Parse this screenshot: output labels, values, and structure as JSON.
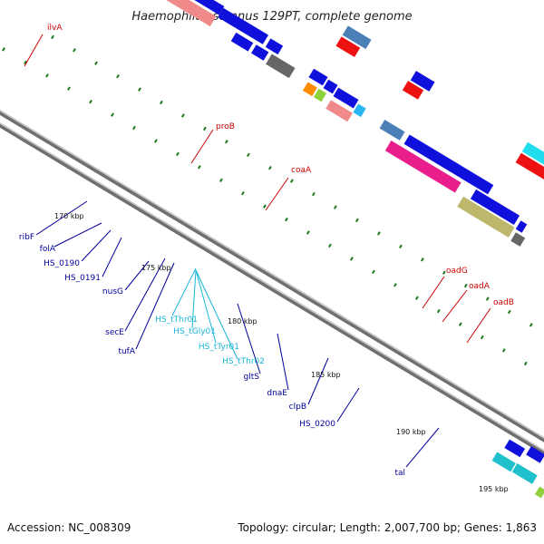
{
  "title": "Haemophilus somnus 129PT, complete genome",
  "footer": {
    "accession": "Accession: NC_008309",
    "summary": "Topology: circular; Length: 2,007,700 bp; Genes: 1,863"
  },
  "colors": {
    "red_label": "#cc0000",
    "blue_label": "#00009a",
    "cyan_label": "#17b5d8",
    "dot": "#1a7a1a",
    "backbone": "#888888"
  },
  "ticks": [
    "170 kbp",
    "175 kbp",
    "180 kbp",
    "185 kbp",
    "190 kbp",
    "195 kbp"
  ],
  "labels_red": [
    "ilvA",
    "proB",
    "coaA",
    "oadG",
    "oadA",
    "oadB"
  ],
  "labels_blue": [
    "ribF",
    "folA",
    "HS_0190",
    "HS_0191",
    "nusG",
    "secE",
    "tufA",
    "gltS",
    "dnaE",
    "clpB",
    "HS_0200",
    "tal"
  ],
  "labels_cyan": [
    "HS_tThr01",
    "HS_tGly01",
    "HS_tTyr01",
    "HS_tThr02"
  ]
}
